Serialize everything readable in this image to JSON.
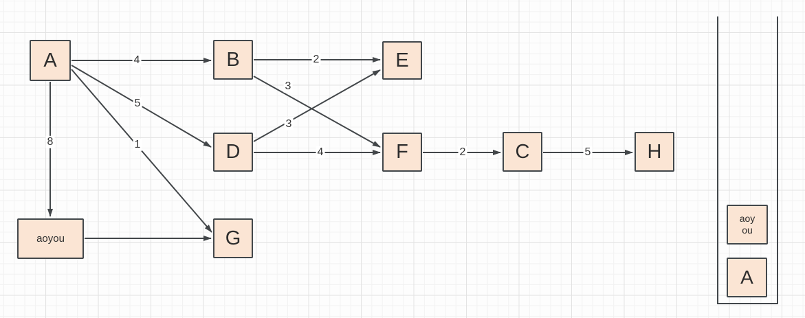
{
  "colors": {
    "node_fill": "#fbe5d4",
    "node_border": "#42474b",
    "edge_stroke": "#424649",
    "label_text": "#333333",
    "canvas_bg": "#fdfdfd",
    "grid_minor": "#f2f2f2",
    "grid_major": "#e3e3e3"
  },
  "graph": {
    "nodes": {
      "A": {
        "label": "A"
      },
      "B": {
        "label": "B"
      },
      "C": {
        "label": "C"
      },
      "D": {
        "label": "D"
      },
      "E": {
        "label": "E"
      },
      "F": {
        "label": "F"
      },
      "G": {
        "label": "G"
      },
      "H": {
        "label": "H"
      },
      "aoyou": {
        "label": "aoyou"
      }
    },
    "edges": [
      {
        "from": "A",
        "to": "B",
        "weight": "4"
      },
      {
        "from": "A",
        "to": "D",
        "weight": "5"
      },
      {
        "from": "A",
        "to": "G",
        "weight": "1"
      },
      {
        "from": "A",
        "to": "aoyou",
        "weight": "8"
      },
      {
        "from": "aoyou",
        "to": "G"
      },
      {
        "from": "B",
        "to": "E",
        "weight": "2"
      },
      {
        "from": "B",
        "to": "F",
        "weight": "3"
      },
      {
        "from": "D",
        "to": "E",
        "weight": "3"
      },
      {
        "from": "D",
        "to": "F",
        "weight": "4"
      },
      {
        "from": "F",
        "to": "C",
        "weight": "2"
      },
      {
        "from": "C",
        "to": "H",
        "weight": "5"
      }
    ]
  },
  "palette": {
    "items": [
      {
        "label": "aoyou",
        "line1": "aoy",
        "line2": "ou"
      },
      {
        "label": "A"
      }
    ]
  }
}
